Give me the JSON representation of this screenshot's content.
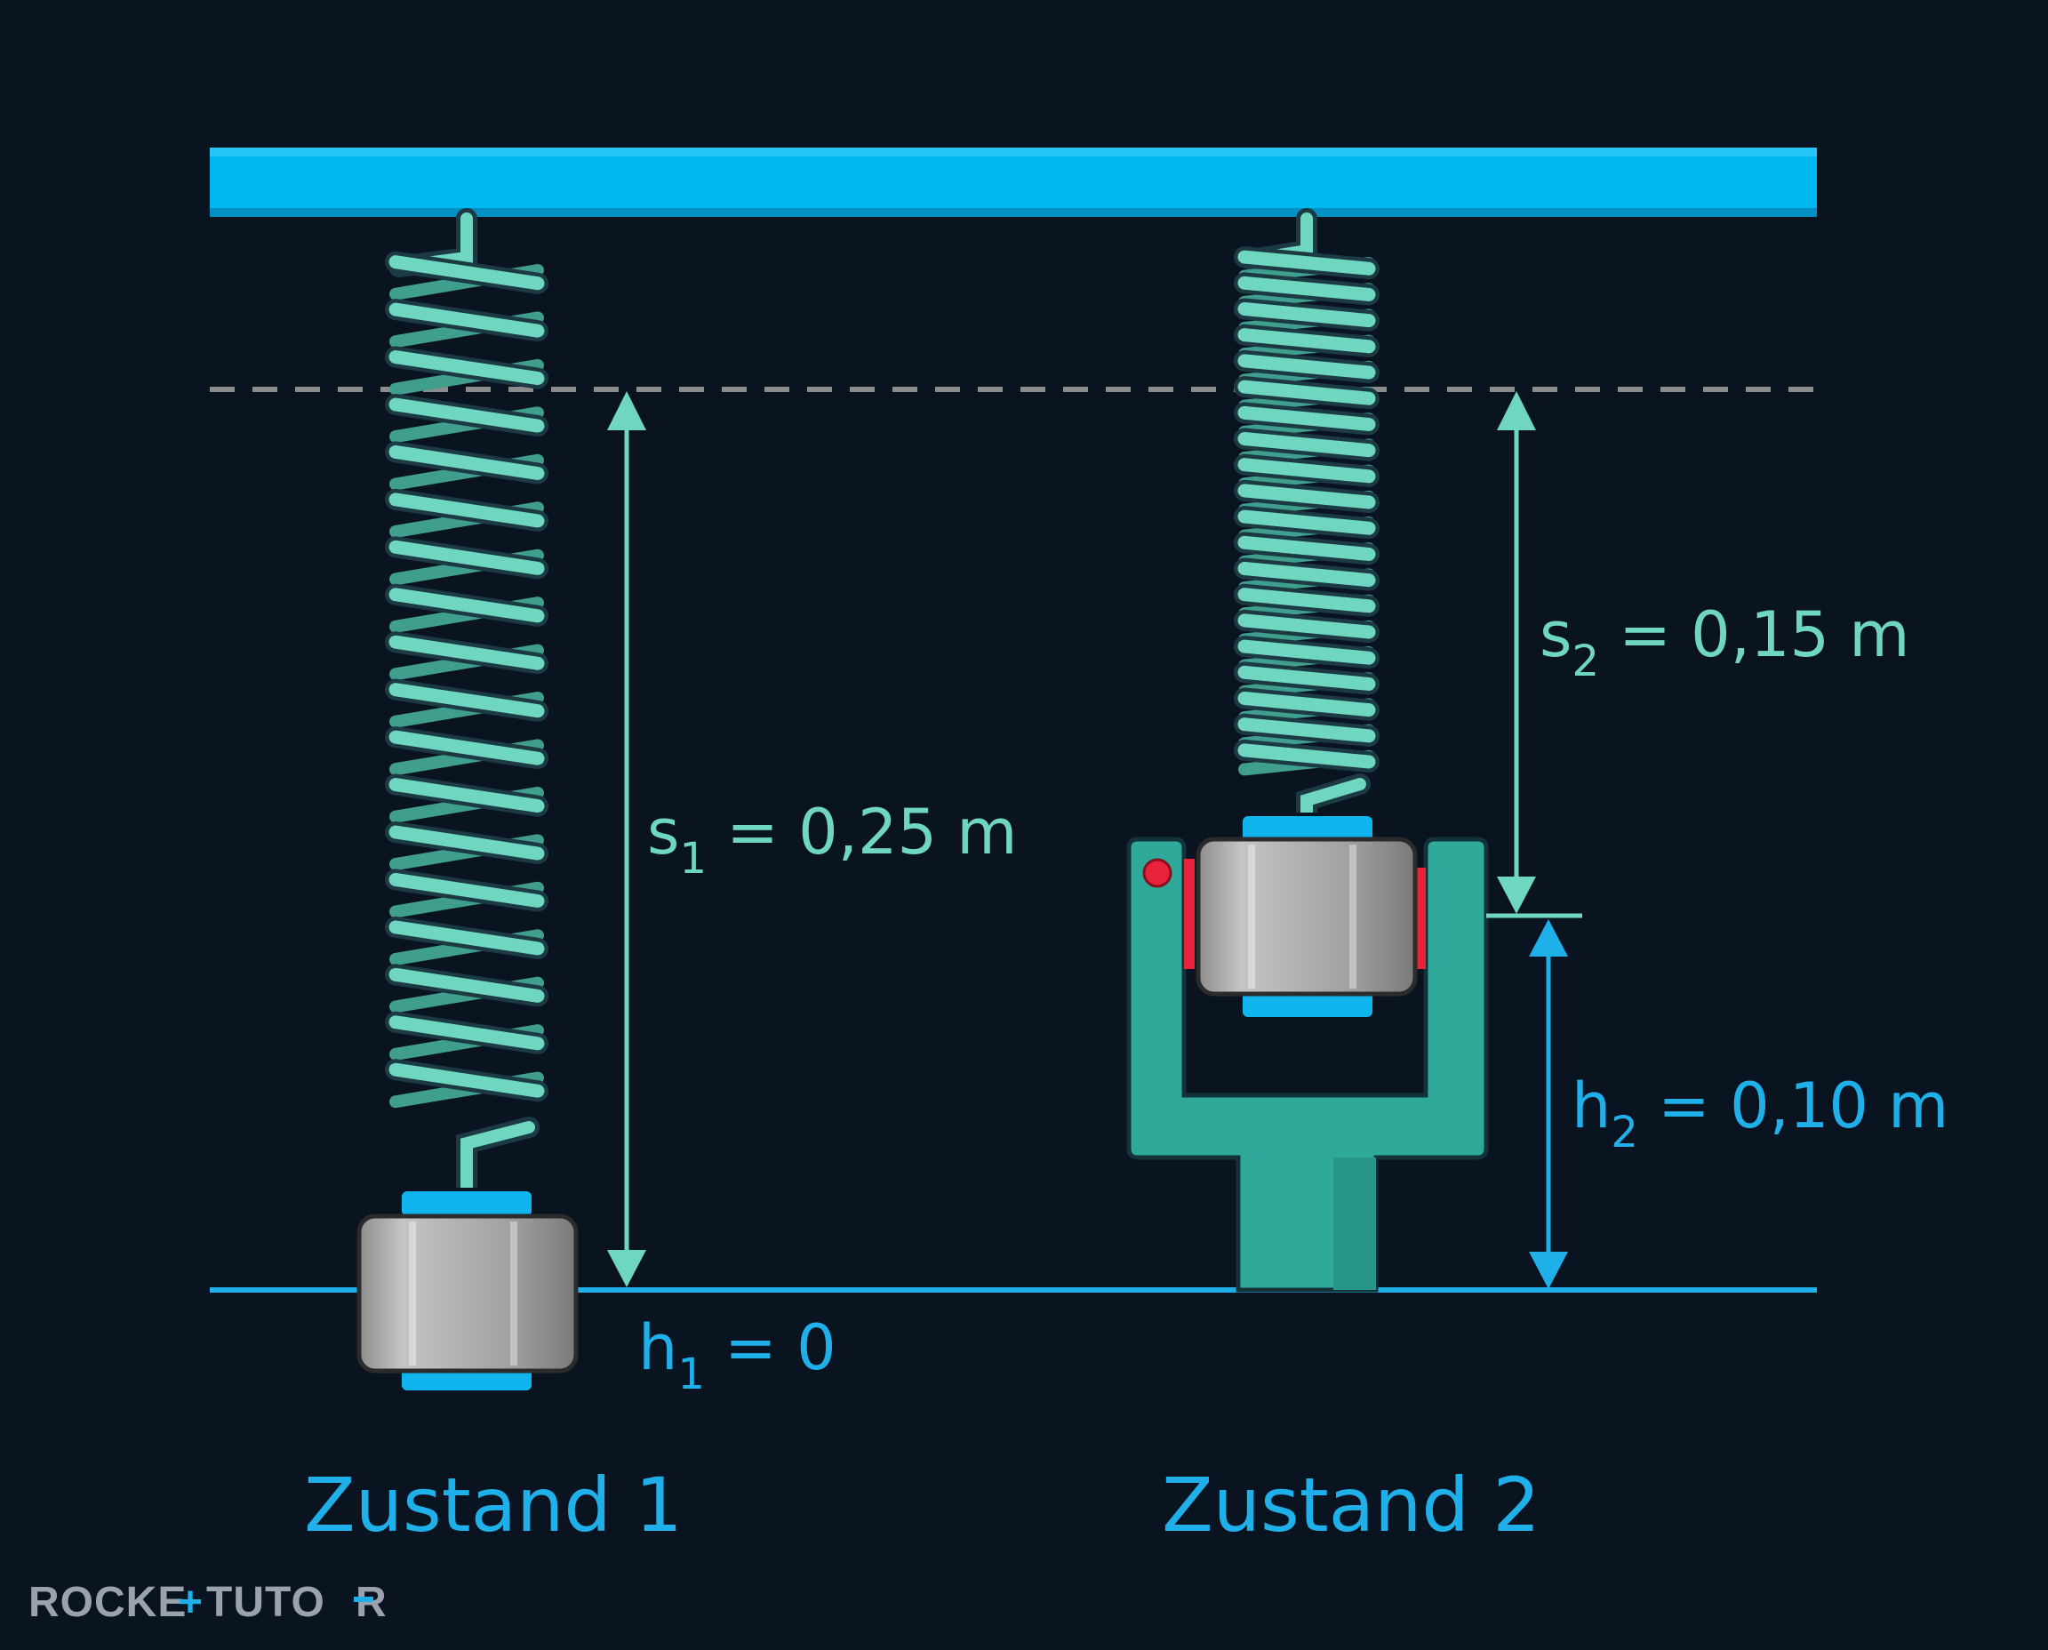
{
  "state_1": {
    "caption": "Zustand 1",
    "spring_extension": {
      "symbol": "s",
      "subscript": "1",
      "value_text": " = 0,25 m",
      "value_m": 0.25
    },
    "height": {
      "symbol": "h",
      "subscript": "1",
      "value_text": " = 0",
      "value_m": 0
    }
  },
  "state_2": {
    "caption": "Zustand 2",
    "spring_extension": {
      "symbol": "s",
      "subscript": "2",
      "value_text": " = 0,15 m",
      "value_m": 0.15
    },
    "height": {
      "symbol": "h",
      "subscript": "2",
      "value_text": " = 0,10 m",
      "value_m": 0.1
    }
  },
  "logo": {
    "text": "ROCKET TUTOR"
  },
  "colors": {
    "background": "#0a1420",
    "ceiling": "#00b8f0",
    "spring": "#6fd6bf",
    "teal_label": "#6fd6bf",
    "blue_label": "#1fb0ea",
    "ground_line": "#1fb0ea",
    "stand": "#2ea99a",
    "mass": "#a9a9a9",
    "dashed_reference": "#8c8c8c",
    "marker_red": "#e8223a"
  },
  "icons": {
    "spring_1": "coil-spring-icon",
    "spring_2": "coil-spring-icon",
    "mass_1": "cylinder-mass-icon",
    "mass_2": "cylinder-mass-icon",
    "stand": "fork-stand-icon"
  }
}
